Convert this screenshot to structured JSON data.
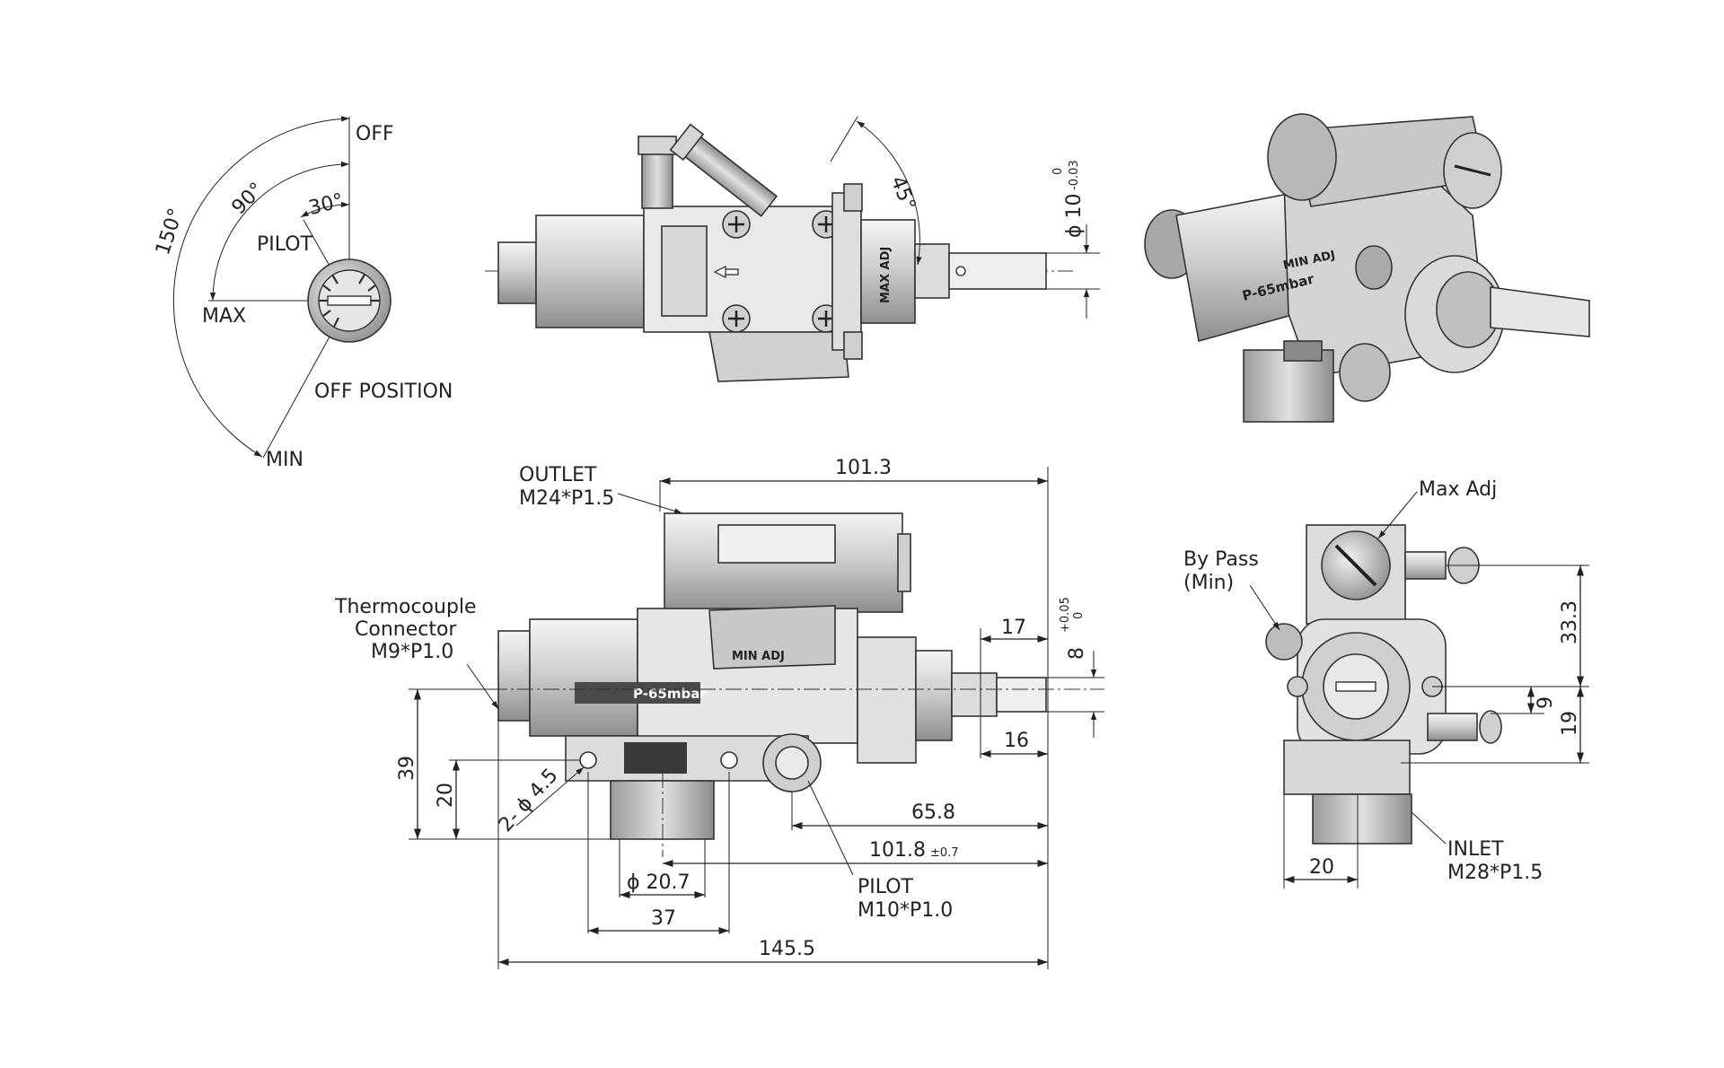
{
  "dial": {
    "off": "OFF",
    "angle_30": "30°",
    "angle_90": "90°",
    "angle_150": "150°",
    "pilot": "PILOT",
    "max": "MAX",
    "min": "MIN",
    "off_position": "OFF POSITION"
  },
  "side_view": {
    "angle_45": "45°",
    "shaft_dia": "ϕ 10",
    "shaft_tol_upper": "0",
    "shaft_tol_lower": "-0.03",
    "max_adj_label": "MAX ADJ"
  },
  "iso_view": {
    "min_adj_label": "MIN ADJ",
    "brand_text": "P-65mbar"
  },
  "front_view": {
    "outlet_label": "OUTLET",
    "outlet_thread": "M24*P1.5",
    "thermocouple_1": "Thermocouple",
    "thermocouple_2": "Connector",
    "thermocouple_thread": "M9*P1.0",
    "dim_101_3": "101.3",
    "dim_17": "17",
    "dim_16": "16",
    "dim_8": "8",
    "dim_8_tol_upper": "+0.05",
    "dim_8_tol_lower": "0",
    "dim_39": "39",
    "dim_20": "20",
    "holes": "2- ϕ 4.5",
    "dim_65_8": "65.8",
    "dim_101_8": "101.8",
    "dim_101_8_tol": "±0.7",
    "dim_20_7": "ϕ 20.7",
    "dim_37": "37",
    "dim_145_5": "145.5",
    "pilot_label": "PILOT",
    "pilot_thread": "M10*P1.0",
    "min_adj_label": "MIN ADJ",
    "brand_text": "P-65mbar"
  },
  "end_view": {
    "max_adj": "Max Adj",
    "by_pass_1": "By Pass",
    "by_pass_2": "(Min)",
    "dim_33_3": "33.3",
    "dim_9": "9",
    "dim_19": "19",
    "dim_20": "20",
    "inlet_label": "INLET",
    "inlet_thread": "M28*P1.5"
  }
}
